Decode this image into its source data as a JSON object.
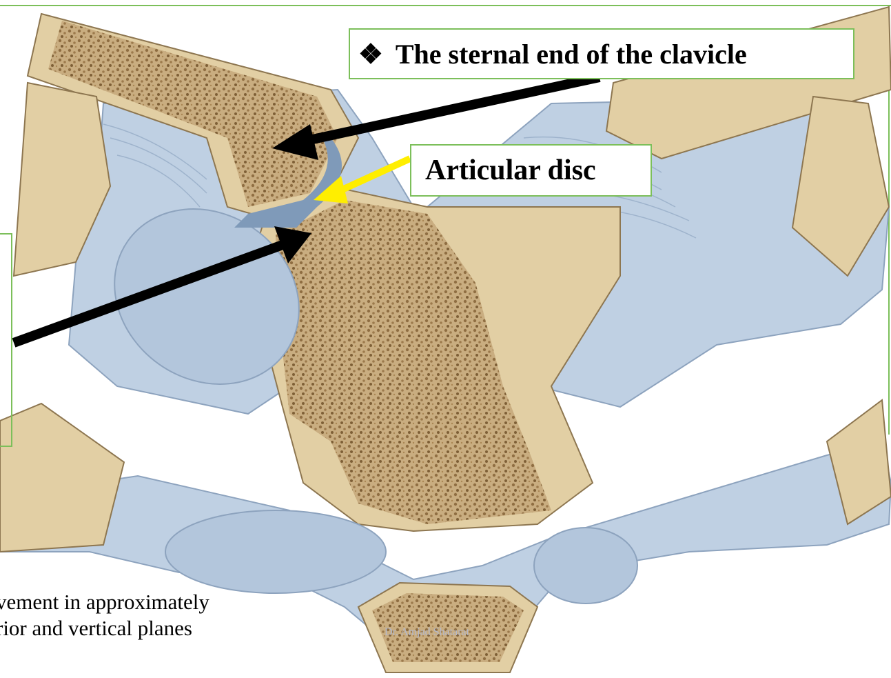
{
  "labels": {
    "clavicle_bullet": "❖",
    "clavicle_text": "The sternal end of the clavicle",
    "articular_disc": "Articular disc"
  },
  "caption": {
    "line1": "vement in approximately",
    "line2": "rior and vertical planes"
  },
  "watermark": "Dr. Amjad Shatarat",
  "colors": {
    "frame": "#7cbf5a",
    "bone": "#d9c49a",
    "cartilage": "#bfd0e3",
    "spongy_bone": "#a88a5a",
    "arrow_black": "#000000",
    "arrow_yellow": "#ffee00"
  }
}
